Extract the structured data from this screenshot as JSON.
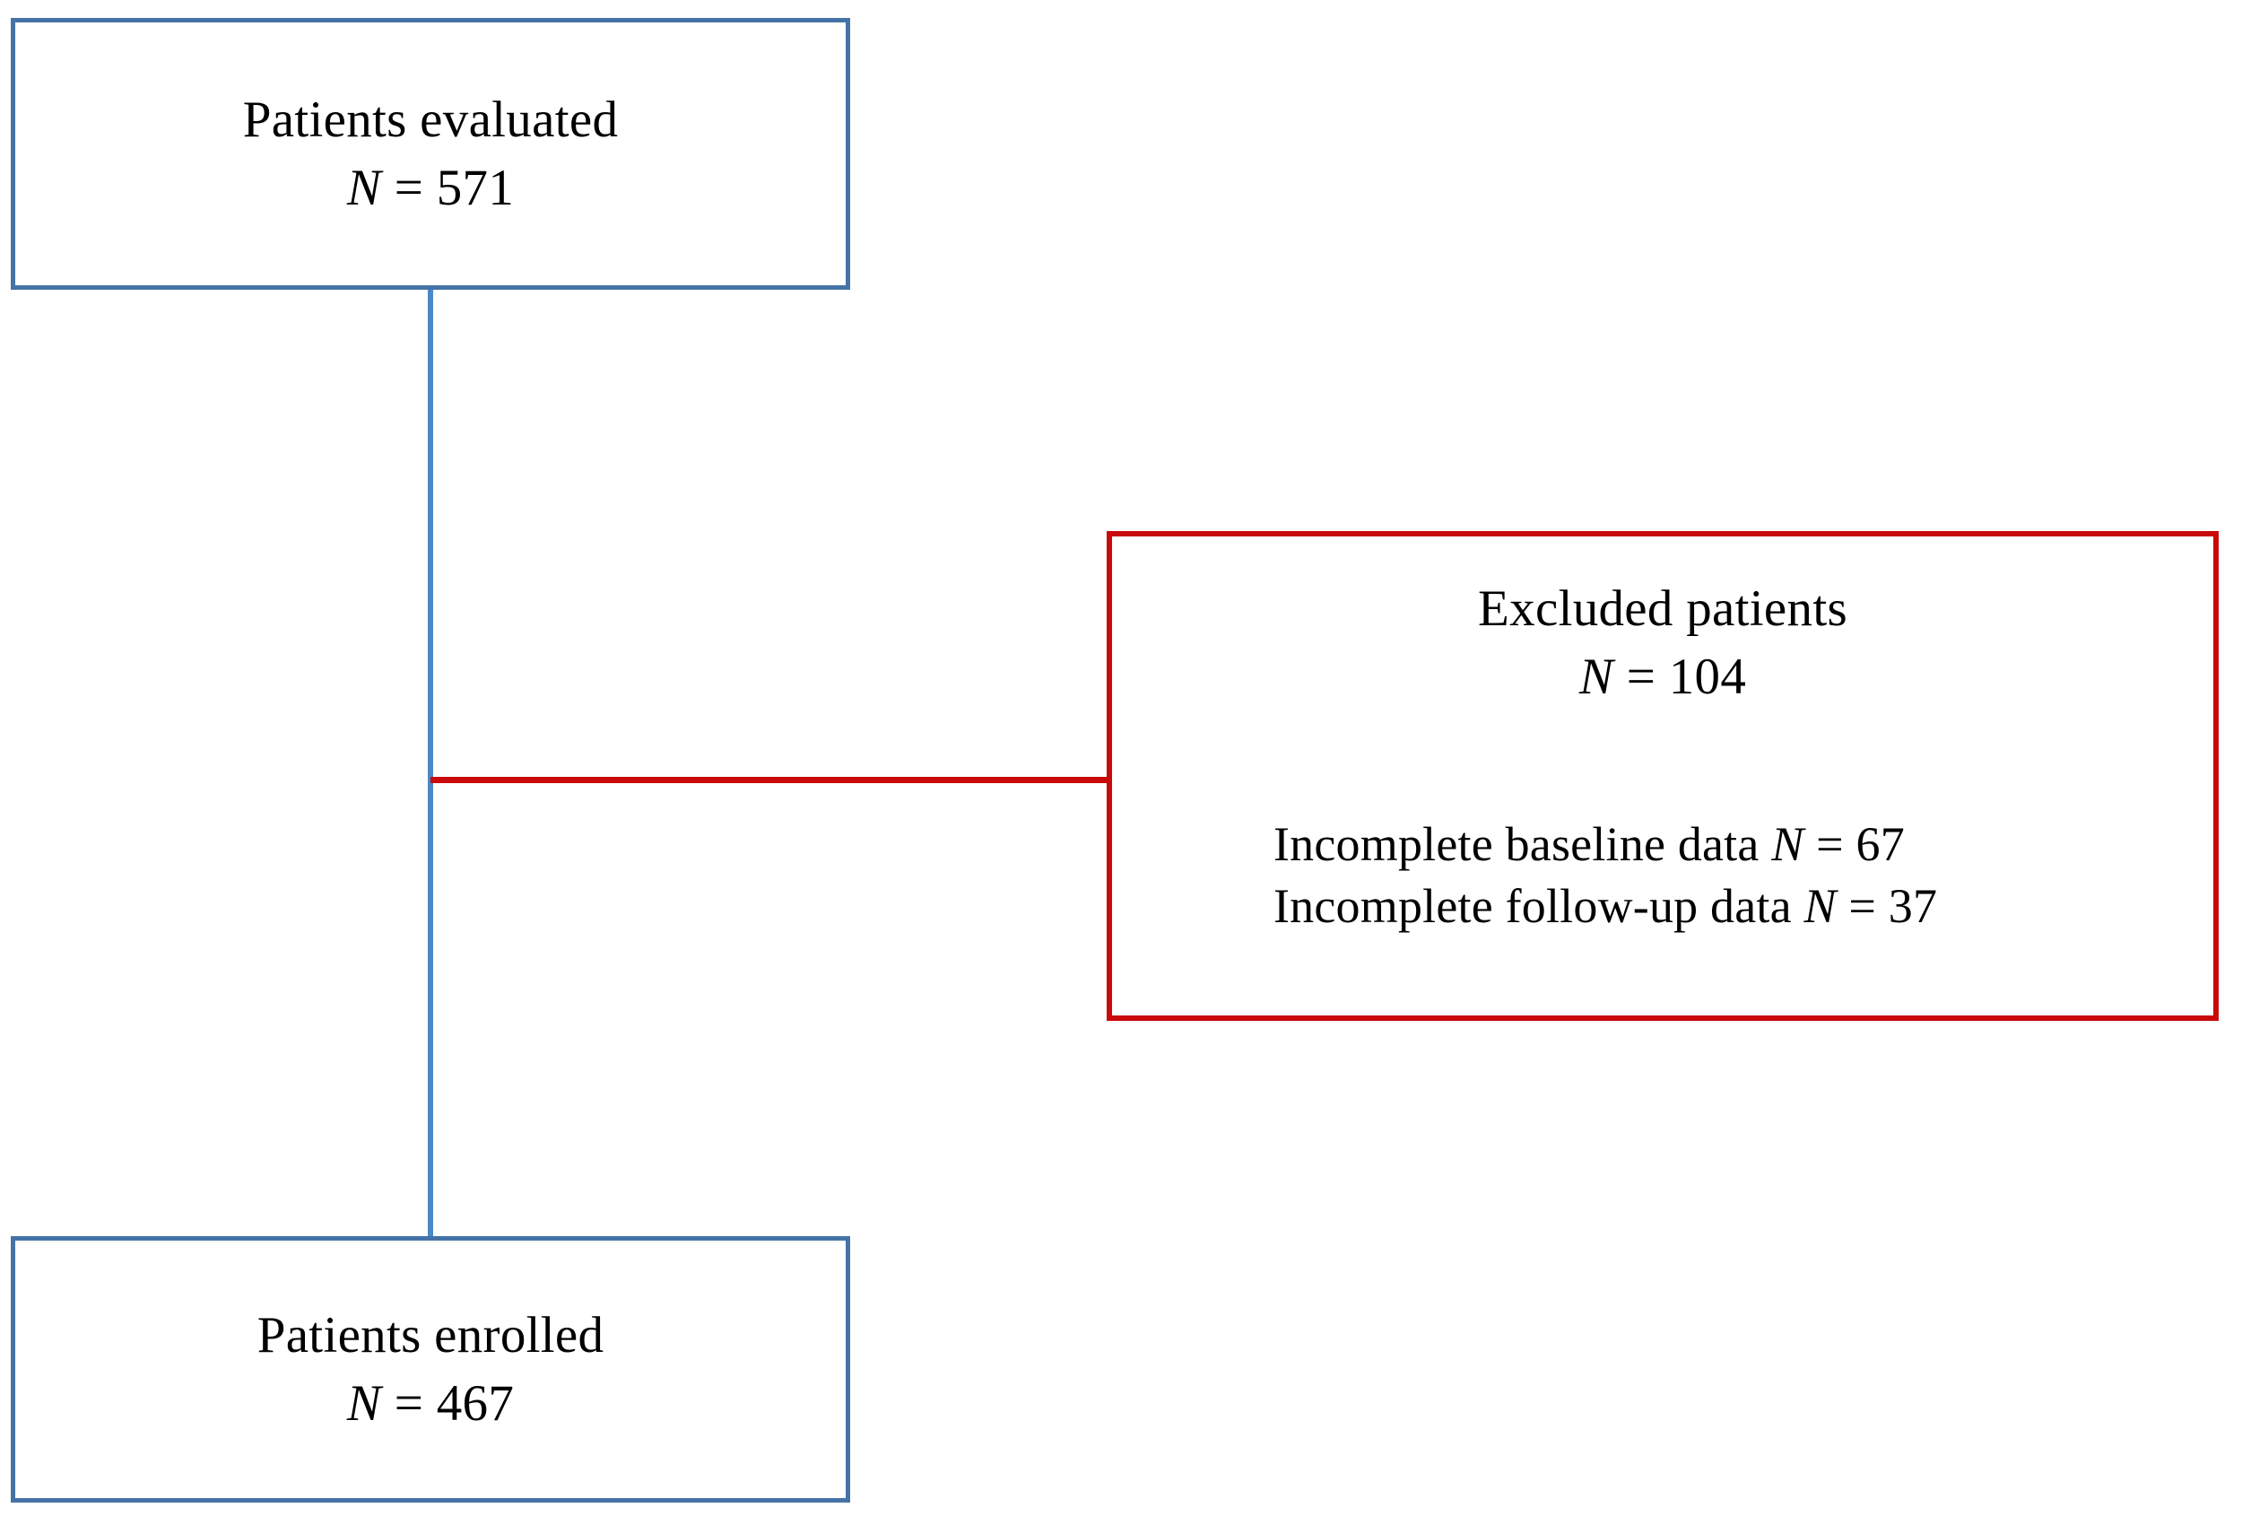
{
  "diagram": {
    "title": "Patient enrollment flow diagram",
    "colors": {
      "blue_border": "#4573A7",
      "blue_connector": "#4A88C7",
      "red_border": "#C80A0A",
      "red_connector": "#C80A0A",
      "background": "#FFFFFF",
      "text": "#000000"
    },
    "nodes": {
      "evaluated": {
        "label": "Patients evaluated",
        "count_var": "N",
        "count_eq": " = ",
        "count_value": "571",
        "count_text": "N = 571"
      },
      "enrolled": {
        "label": "Patients enrolled",
        "count_var": "N",
        "count_eq": " = ",
        "count_value": "467",
        "count_text": "N = 467"
      },
      "excluded": {
        "label": "Excluded patients",
        "count_var": "N",
        "count_eq": " = ",
        "count_value": "104",
        "count_text": "N = 104",
        "reasons": [
          {
            "label": "Incomplete baseline data",
            "count_var": "N",
            "count_eq": " = ",
            "count_value": "67",
            "text": "Incomplete baseline data N = 67"
          },
          {
            "label": "Incomplete follow-up data",
            "count_var": "N",
            "count_eq": " = ",
            "count_value": "37",
            "text": "Incomplete follow-up data N = 37"
          }
        ]
      }
    },
    "connectors": {
      "evaluated_to_enrolled": "vertical blue line",
      "evaluated_to_excluded": "horizontal red line"
    }
  }
}
